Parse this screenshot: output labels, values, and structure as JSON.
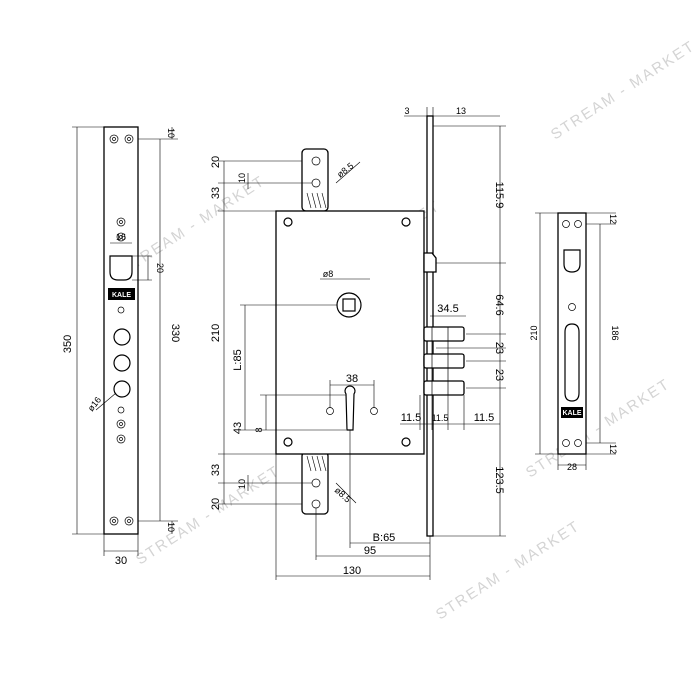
{
  "watermark": {
    "text": "STREAM - MARKET",
    "color": "#d4d4d4"
  },
  "logo": {
    "text": "KALE"
  },
  "dims": {
    "d350": "350",
    "d330": "330",
    "d10a": "10",
    "d10b": "10",
    "d30": "30",
    "d16": "16",
    "d20": "20",
    "dphi16": "ø16",
    "d3": "3",
    "d13": "13",
    "d115_9": "115.9",
    "d64_6": "64.6",
    "d34_5": "34.5",
    "d23a": "23",
    "d23b": "23",
    "d11_5a": "11.5",
    "d11_5b": "11.5",
    "d11_5c": "11.5",
    "d123_5": "123.5",
    "d20t": "20",
    "d33t": "33",
    "d10t": "10",
    "dphi8_5t": "ø8.5",
    "d210": "210",
    "dphi8": "ø8",
    "dL85": "L:85",
    "d43": "43",
    "d8": "8",
    "d38": "38",
    "d33b": "33",
    "d10bt": "10",
    "d20b": "20",
    "dphi8_5b": "ø8.5",
    "dB65": "B:65",
    "d95": "95",
    "d130": "130",
    "r210": "210",
    "r186": "186",
    "r12a": "12",
    "r12b": "12",
    "r28": "28"
  }
}
